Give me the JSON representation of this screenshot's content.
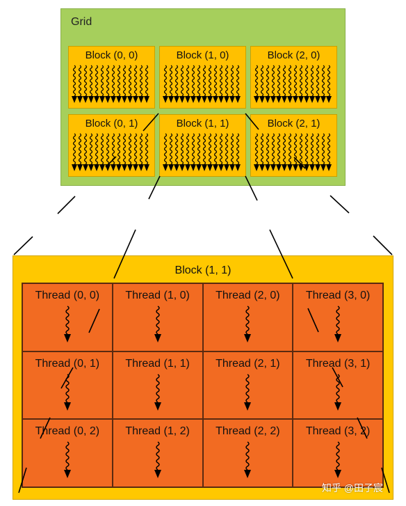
{
  "grid": {
    "title": "Grid",
    "blocks": [
      {
        "label": "Block (0, 0)"
      },
      {
        "label": "Block (1, 0)"
      },
      {
        "label": "Block (2, 0)"
      },
      {
        "label": "Block (0, 1)"
      },
      {
        "label": "Block (1, 1)"
      },
      {
        "label": "Block (2, 1)"
      }
    ]
  },
  "block_detail": {
    "title": "Block (1, 1)",
    "threads": [
      {
        "label": "Thread (0, 0)"
      },
      {
        "label": "Thread (1, 0)"
      },
      {
        "label": "Thread (2, 0)"
      },
      {
        "label": "Thread (3, 0)"
      },
      {
        "label": "Thread (0, 1)"
      },
      {
        "label": "Thread (1, 1)"
      },
      {
        "label": "Thread (2, 1)"
      },
      {
        "label": "Thread (3, 1)"
      },
      {
        "label": "Thread (0, 2)"
      },
      {
        "label": "Thread (1, 2)"
      },
      {
        "label": "Thread (2, 2)"
      },
      {
        "label": "Thread (3, 2)"
      }
    ]
  },
  "watermark": "知乎 @田子宸",
  "colors": {
    "grid_bg": "#a6cf5c",
    "block_bg": "#ffc000",
    "thread_bg": "#f26b22",
    "line": "#000000"
  }
}
